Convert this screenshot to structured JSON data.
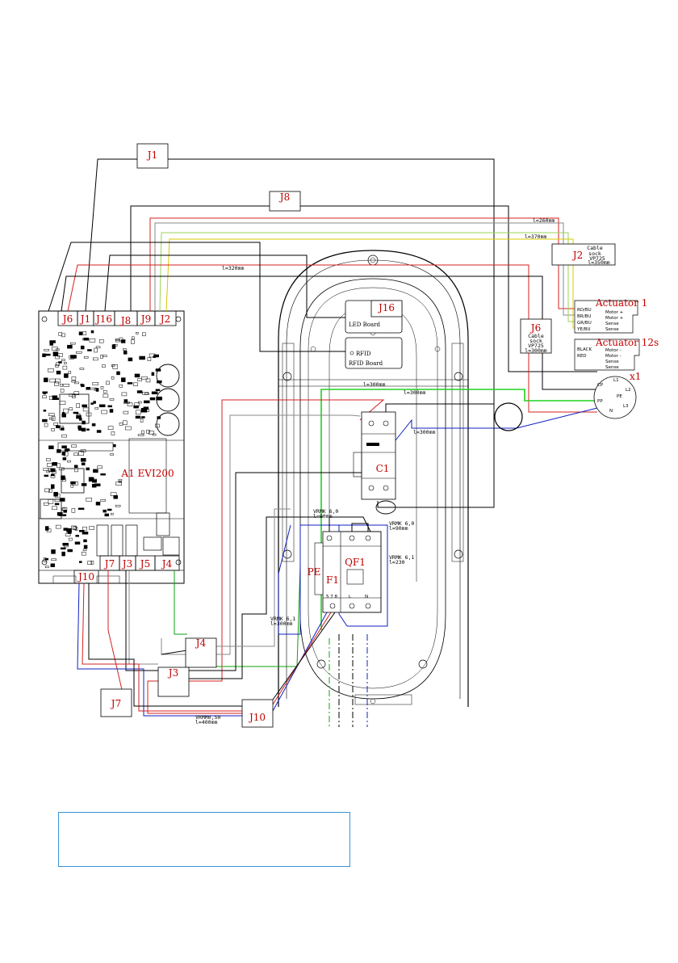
{
  "connectors": {
    "j1": "J1",
    "j8": "J8",
    "j2": "J2",
    "j6": "J6",
    "j16": "J16",
    "j4": "J4",
    "j3": "J3",
    "j7": "J7",
    "j10": "J10",
    "j9": "J9",
    "j5": "J5"
  },
  "board": {
    "name": "A1  EVI200",
    "led_board": "LED Board",
    "rfid": "RFID",
    "rfid_board": "RFID Board"
  },
  "components": {
    "c1": "C1",
    "qf1": "QF1",
    "pe": "PE",
    "f1": "F1",
    "x1": "x1",
    "terminal_nums": "5 7 8",
    "l": "L",
    "n": "N"
  },
  "actuators": {
    "a1_title": "Actuator 1",
    "a1_wires": [
      "RD/BU",
      "BR/BU",
      "GR/BU",
      "YE/BU"
    ],
    "a1_funcs": [
      "Motor +",
      "Motor +",
      "Sense",
      "Sense"
    ],
    "a2_title": "Actuator 12s",
    "a2_wires": [
      "BLACK",
      "RED"
    ],
    "a2_funcs": [
      "Motor -",
      "Motor -",
      "Sense",
      "Sense"
    ]
  },
  "plug": {
    "cp": "CP",
    "pp": "PP",
    "pe": "PE",
    "l1": "L1",
    "l2": "L2",
    "l3": "L3",
    "n": "N"
  },
  "cable_labels": {
    "l260": "l=260mm",
    "l370": "l=370mm",
    "l320": "l=320mm",
    "l300a": "l=300mm",
    "l300b": "l=300mm",
    "l300c": "l=300mm",
    "j2_cable": [
      "Cable",
      "sock",
      "VP725",
      "l=350mm"
    ],
    "j6_cable": [
      "Cable",
      "sock",
      "VP725",
      "l=300mm"
    ],
    "vrmk60a": [
      "VRMK 6,0",
      "l=90mm"
    ],
    "vrmk60b": [
      "VRMK 6,0",
      "l=90mm"
    ],
    "vrmk61a": [
      "VRMK 6,1",
      "l=230"
    ],
    "vrmk61b": [
      "VRMK 6,1",
      "l=300mm"
    ],
    "vrmm050": [
      "VRMM0,50",
      "l=400mm"
    ]
  },
  "colors": {
    "wire_black": "#000000",
    "wire_red": "#d42020",
    "wire_green": "#10a010",
    "wire_lightgreen": "#9bd35a",
    "wire_yellow": "#d8c800",
    "wire_blue": "#1020c0",
    "wire_grey": "#8a8a8a",
    "wire_bright_green": "#20d020",
    "label_red": "#c00000",
    "note_border": "#3a93d6"
  },
  "note": ""
}
